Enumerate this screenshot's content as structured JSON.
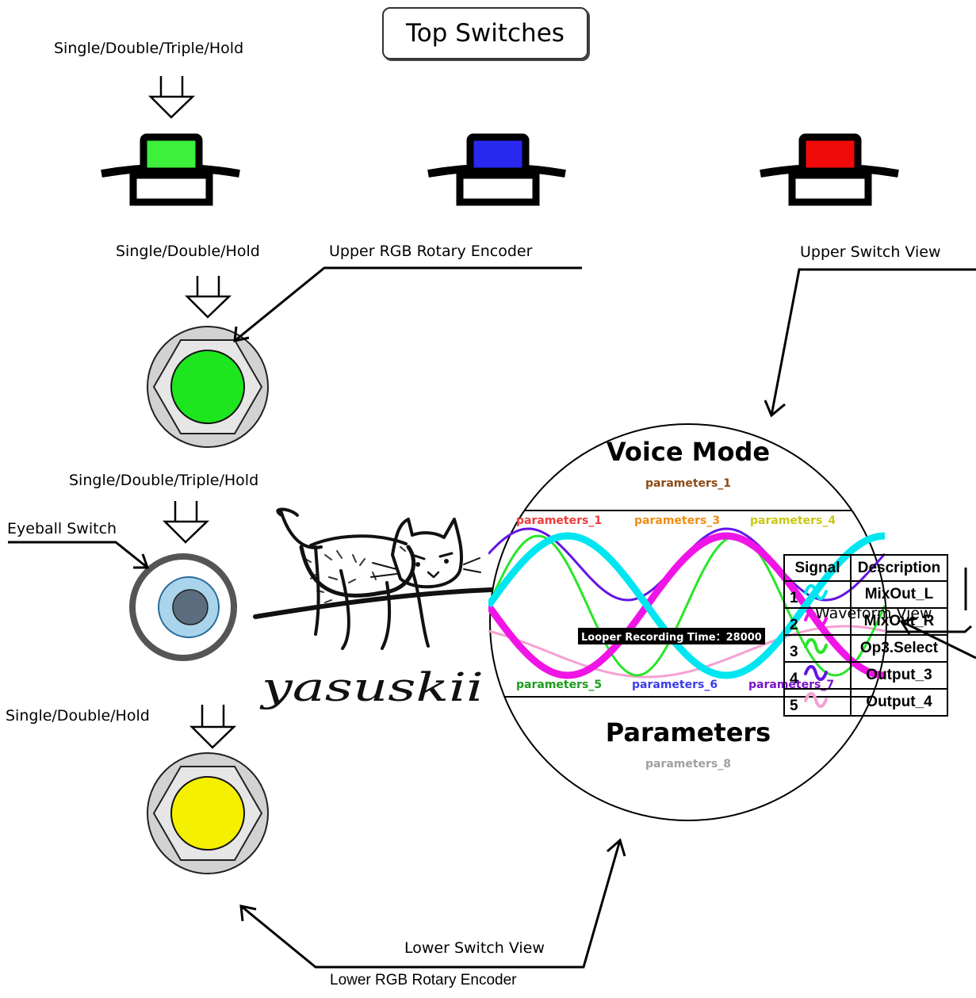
{
  "title": "Top Switches",
  "labels": {
    "top_switch_actions": "Single/Double/Triple/Hold",
    "upper_encoder_actions": "Single/Double/Hold",
    "upper_encoder": "Upper RGB Rotary Encoder",
    "eyeball_actions": "Single/Double/Triple/Hold",
    "eyeball_switch": "Eyeball Switch",
    "lower_encoder_actions": "Single/Double/Hold",
    "lower_encoder": "Lower RGB Rotary Encoder",
    "upper_switch_view": "Upper Switch View",
    "lower_switch_view": "Lower Switch View",
    "waveform_view": "Waveform View"
  },
  "switch_colors": {
    "left": "#3cf03c",
    "center": "#2828f0",
    "right": "#f00a0a"
  },
  "encoder_colors": {
    "upper": "#1ee61e",
    "lower": "#f5f000"
  },
  "scope": {
    "mode": "Voice Mode",
    "mode_param": "parameters_1",
    "top_params": [
      {
        "label": "parameters_1",
        "color": "#f03c3c"
      },
      {
        "label": "parameters_3",
        "color": "#f08c14"
      },
      {
        "label": "parameters_4",
        "color": "#c8c814"
      }
    ],
    "bottom_params": [
      {
        "label": "parameters_5",
        "color": "#1e9b1e"
      },
      {
        "label": "parameters_6",
        "color": "#3c3cf0"
      },
      {
        "label": "parameters_7",
        "color": "#7814c8"
      }
    ],
    "recording": "Looper Recording Time：28000",
    "section": "Parameters",
    "section_param": "parameters_8"
  },
  "logo_text": "yasuskii",
  "legend": {
    "headers": [
      "Signal",
      "Description"
    ],
    "rows": [
      {
        "signal": "1",
        "description": "MixOut_L",
        "color": "#00e6f0"
      },
      {
        "signal": "2",
        "description": "MixOut_R",
        "color": "#f014e6"
      },
      {
        "signal": "3",
        "description": "Op3.Select",
        "color": "#28e628"
      },
      {
        "signal": "4",
        "description": "Output_3",
        "color": "#6414e6"
      },
      {
        "signal": "5",
        "description": "Output_4",
        "color": "#f5a0d2"
      }
    ]
  }
}
